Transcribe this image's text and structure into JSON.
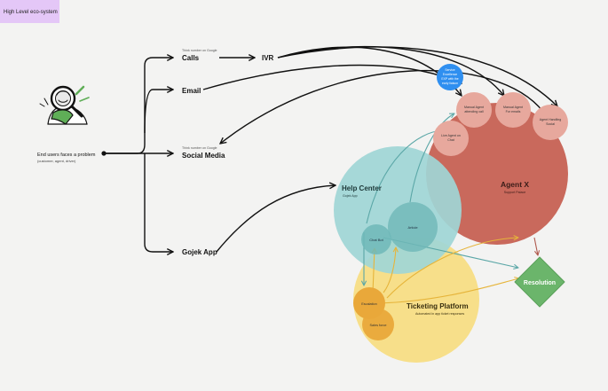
{
  "board": {
    "tag_label": "High Level eco-system"
  },
  "origin": {
    "title": "End users faces a problem",
    "subtitle": "(customer, agent, driver)",
    "illustration_icon": "person-with-magnifying-glass-icon"
  },
  "channels": {
    "calls": {
      "label": "Calls",
      "note": "Think number on Google"
    },
    "ivr": {
      "label": "IVR"
    },
    "email": {
      "label": "Email"
    },
    "social": {
      "label": "Social Media",
      "note": "Think number on Google"
    },
    "gojek_app": {
      "label": "Gojek App"
    }
  },
  "service_bubble": {
    "line1": "Service",
    "line2": "Excellence",
    "line3": "EXP with the",
    "line4": "early liaison"
  },
  "agent_x": {
    "title": "Agent X",
    "subtitle": "Support Palace"
  },
  "agent_nodes": {
    "live_agent": {
      "line1": "Live Agent on",
      "line2": "Chat"
    },
    "manual_call": {
      "line1": "Manual Agent",
      "line2": "attending call"
    },
    "manual_email": {
      "line1": "Manual Agent",
      "line2": "For emails"
    },
    "agent_social": {
      "line1": "Agent Handling",
      "line2": "Social"
    }
  },
  "help_center": {
    "title": "Help Center",
    "subtitle": "Gojek App"
  },
  "help_nodes": {
    "chat_bot": "Chat Bot",
    "article": "Article"
  },
  "ticketing": {
    "title": "Ticketing Platform",
    "subtitle": "Automated in app ticket responses"
  },
  "ticket_nodes": {
    "escalation": "Escalation",
    "sales_force": "Sales force"
  },
  "resolution": {
    "label": "Resolution"
  },
  "colors": {
    "tag": "#e4c7f7",
    "agent_x": "#c9695c",
    "agent_node": "#e7a89d",
    "help_center": "#9fd6d6",
    "help_node": "#6fb8b8",
    "ticketing": "#f7df8a",
    "ticket_node": "#e9a83a",
    "resolution": "#6bb56b",
    "service_bubble": "#2f8ff0"
  }
}
